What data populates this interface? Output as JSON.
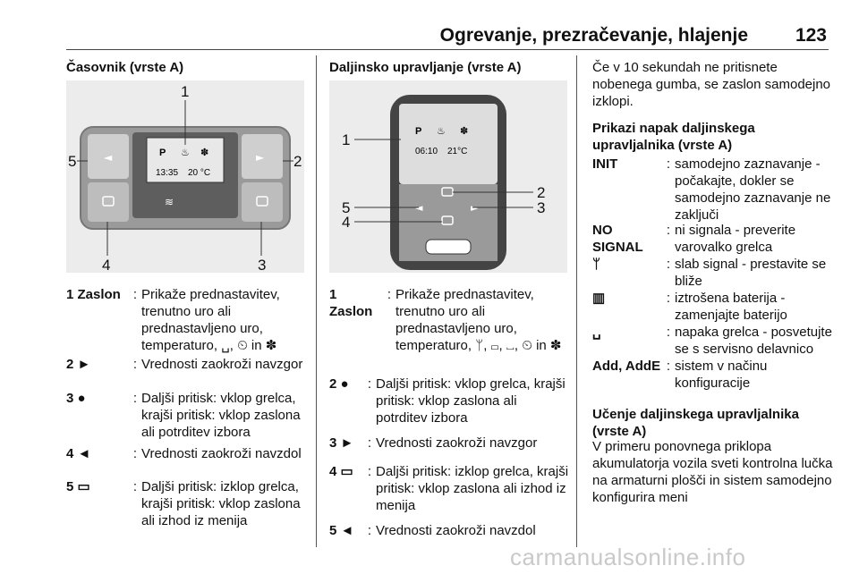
{
  "header": {
    "title": "Ogrevanje, prezračevanje, hlajenje",
    "page": "123"
  },
  "col1": {
    "heading": "Časovnik (vrste A)",
    "figure": {
      "callouts": [
        "1",
        "2",
        "3",
        "4",
        "5"
      ],
      "display_time": "13:35",
      "display_temp": "20 °C",
      "display_p": "P"
    },
    "items": [
      {
        "term": "1 Zaslon",
        "desc": "Prikaže prednastavitev, trenutno uro ali prednastavljeno uro, temperaturo, ␣, ⏲ in ✽"
      },
      {
        "term": "2 ►",
        "desc": "Vrednosti zaokroži navzgor"
      },
      {
        "term": "3 ●",
        "desc": "Daljši pritisk: vklop grelca, krajši pritisk: vklop zaslona ali potrditev izbora"
      },
      {
        "term": "4 ◄",
        "desc": "Vrednosti zaokroži navzdol"
      },
      {
        "term": "5 ▭",
        "desc": "Daljši pritisk: izklop grelca, krajši pritisk: vklop zaslona ali izhod iz menija"
      }
    ]
  },
  "col2": {
    "heading": "Daljinsko upravljanje (vrste A)",
    "figure": {
      "callouts": [
        "1",
        "2",
        "3",
        "4",
        "5"
      ],
      "display_time": "06:10",
      "display_temp": "21°C",
      "display_p": "P"
    },
    "items": [
      {
        "term": "1 Zaslon",
        "desc": "Prikaže prednastavitev, trenutno uro ali prednastavljeno uro, temperaturo, ᛘ, ▭, ␣, ⏲ in ✽"
      },
      {
        "term": "2 ●",
        "desc": "Daljši pritisk: vklop grelca, krajši pritisk: vklop zaslona ali potrditev izbora"
      },
      {
        "term": "3 ►",
        "desc": "Vrednosti zaokroži navzgor"
      },
      {
        "term": "4 ▭",
        "desc": "Daljši pritisk: izklop grelca, krajši pritisk: vklop zaslona ali izhod iz menija"
      },
      {
        "term": "5 ◄",
        "desc": "Vrednosti zaokroži navzdol"
      }
    ]
  },
  "col3": {
    "intro": "Če v 10 sekundah ne pritisnete nobenega gumba, se zaslon samodejno izklopi.",
    "heading1": "Prikazi napak daljinskega upravljalnika (vrste A)",
    "items": [
      {
        "term": "INIT",
        "desc": "samodejno zaznavanje - počakajte, dokler se samodejno zaznavanje ne zaključi"
      },
      {
        "term": "NO SIGNAL",
        "desc": "ni signala - preverite varovalko grelca"
      },
      {
        "term": "ᛘ",
        "desc": "slab signal - prestavite se bliže"
      },
      {
        "term": "▥",
        "desc": "iztrošena baterija - zamenjajte baterijo"
      },
      {
        "term": "␣",
        "desc": "napaka grelca - posvetujte se s servisno delavnico"
      },
      {
        "term": "Add, AddE",
        "desc": "sistem v načinu konfiguracije"
      }
    ],
    "heading2": "Učenje daljinskega upravljalnika (vrste A)",
    "para2": "V primeru ponovnega priklopa akumulatorja vozila sveti kontrolna lučka na armaturni plošči in sistem samodejno konfigurira meni"
  },
  "watermark": "carmanualsonline.info"
}
